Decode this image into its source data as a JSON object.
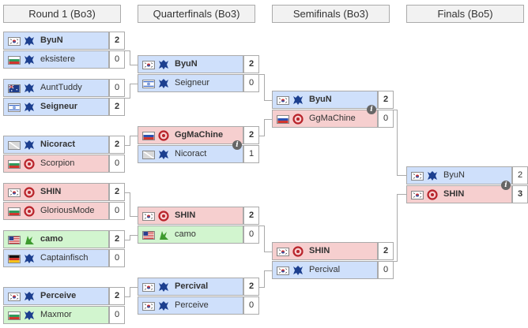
{
  "rounds": [
    {
      "title": "Round 1 (Bo3)"
    },
    {
      "title": "Quarterfinals (Bo3)"
    },
    {
      "title": "Semifinals (Bo3)"
    },
    {
      "title": "Finals (Bo5)"
    }
  ],
  "colors": {
    "terran": "#cfe0fb",
    "zerg": "#f6cfcf",
    "green": "#d2f5cf",
    "border": "#aaaaaa"
  },
  "matches": {
    "r1m1": {
      "p1": {
        "name": "ByuN",
        "flag": "kr",
        "race": "terran",
        "score": "2"
      },
      "p2": {
        "name": "eksistere",
        "flag": "bg",
        "race": "terran",
        "score": "0"
      }
    },
    "r1m2": {
      "p1": {
        "name": "AuntTuddy",
        "flag": "au",
        "race": "terran",
        "score": "0"
      },
      "p2": {
        "name": "Seigneur",
        "flag": "il",
        "race": "terran",
        "score": "2"
      }
    },
    "r1m3": {
      "p1": {
        "name": "Nicoract",
        "flag": "generic",
        "race": "terran",
        "score": "2"
      },
      "p2": {
        "name": "Scorpion",
        "flag": "bg",
        "race": "zerg",
        "score": "0"
      }
    },
    "r1m4": {
      "p1": {
        "name": "SHIN",
        "flag": "kr",
        "race": "zerg",
        "score": "2"
      },
      "p2": {
        "name": "GloriousMode",
        "flag": "bg",
        "race": "zerg",
        "score": "0"
      }
    },
    "r1m5": {
      "p1": {
        "name": "camo",
        "flag": "us",
        "race": "green",
        "score": "2"
      },
      "p2": {
        "name": "Captainfisch",
        "flag": "de",
        "race": "terran",
        "score": "0"
      }
    },
    "r1m6": {
      "p1": {
        "name": "Perceive",
        "flag": "kr",
        "race": "terran",
        "score": "2"
      },
      "p2": {
        "name": "Maxmor",
        "flag": "bg",
        "race": "green",
        "score": "0"
      }
    },
    "qf1": {
      "p1": {
        "name": "ByuN",
        "flag": "kr",
        "race": "terran",
        "score": "2"
      },
      "p2": {
        "name": "Seigneur",
        "flag": "il",
        "race": "terran",
        "score": "0"
      }
    },
    "qf2": {
      "p1": {
        "name": "GgMaChine",
        "flag": "ru",
        "race": "zerg",
        "score": "2"
      },
      "p2": {
        "name": "Nicoract",
        "flag": "generic",
        "race": "terran",
        "score": "1"
      }
    },
    "qf3": {
      "p1": {
        "name": "SHIN",
        "flag": "kr",
        "race": "zerg",
        "score": "2"
      },
      "p2": {
        "name": "camo",
        "flag": "us",
        "race": "green",
        "score": "0"
      }
    },
    "qf4": {
      "p1": {
        "name": "Percival",
        "flag": "kr",
        "race": "terran",
        "score": "2"
      },
      "p2": {
        "name": "Perceive",
        "flag": "kr",
        "race": "terran",
        "score": "0"
      }
    },
    "sf1": {
      "p1": {
        "name": "ByuN",
        "flag": "kr",
        "race": "terran",
        "score": "2"
      },
      "p2": {
        "name": "GgMaChine",
        "flag": "ru",
        "race": "zerg",
        "score": "0"
      }
    },
    "sf2": {
      "p1": {
        "name": "SHIN",
        "flag": "kr",
        "race": "zerg",
        "score": "2"
      },
      "p2": {
        "name": "Percival",
        "flag": "kr",
        "race": "terran",
        "score": "0"
      }
    },
    "final": {
      "p1": {
        "name": "ByuN",
        "flag": "kr",
        "race": "terran",
        "score": "2"
      },
      "p2": {
        "name": "SHIN",
        "flag": "kr",
        "race": "zerg",
        "score": "3"
      }
    }
  }
}
